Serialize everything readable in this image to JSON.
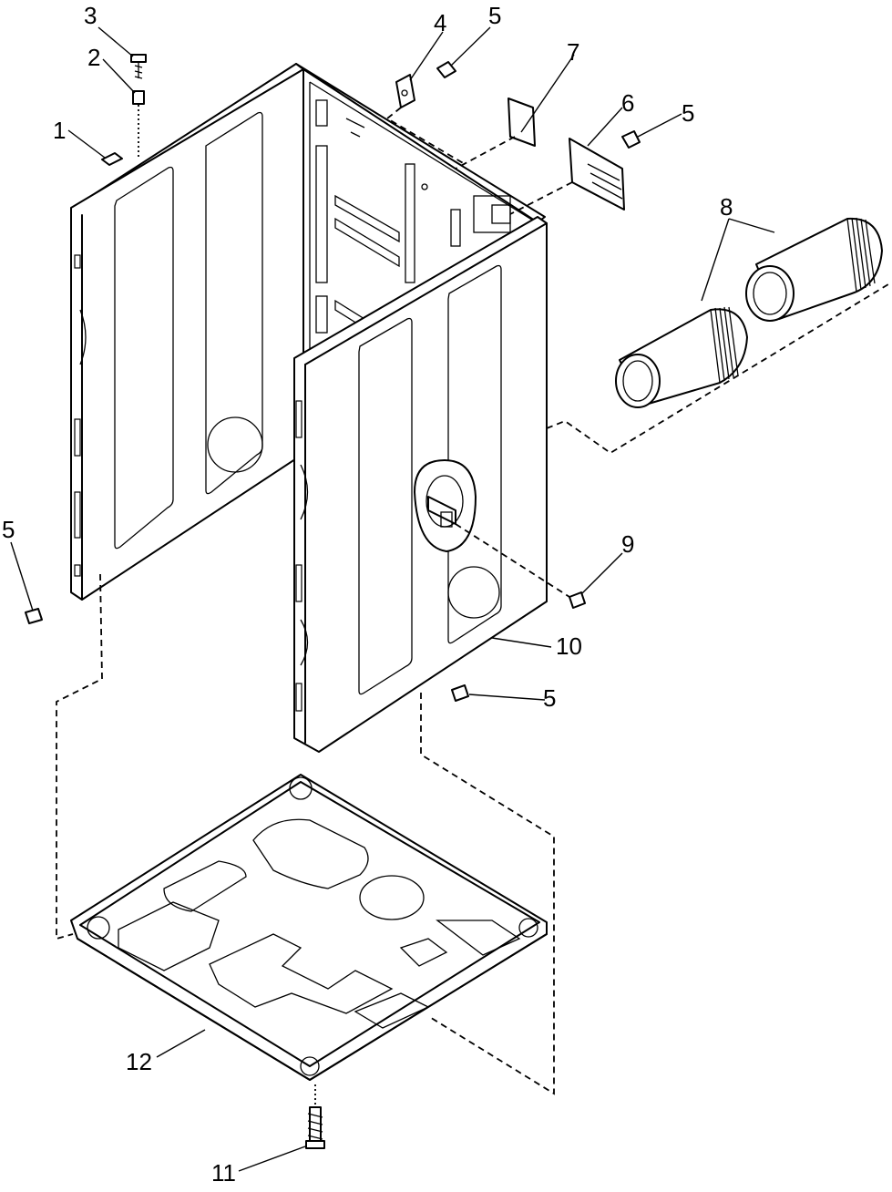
{
  "callouts": [
    {
      "id": "c1",
      "text": "1"
    },
    {
      "id": "c2",
      "text": "2"
    },
    {
      "id": "c3",
      "text": "3"
    },
    {
      "id": "c4",
      "text": "4"
    },
    {
      "id": "c5a",
      "text": "5"
    },
    {
      "id": "c5b",
      "text": "5"
    },
    {
      "id": "c5c",
      "text": "5"
    },
    {
      "id": "c5d",
      "text": "5"
    },
    {
      "id": "c6",
      "text": "6"
    },
    {
      "id": "c7",
      "text": "7"
    },
    {
      "id": "c8",
      "text": "8"
    },
    {
      "id": "c9",
      "text": "9"
    },
    {
      "id": "c10",
      "text": "10"
    },
    {
      "id": "c11",
      "text": "11"
    },
    {
      "id": "c12",
      "text": "12"
    }
  ]
}
